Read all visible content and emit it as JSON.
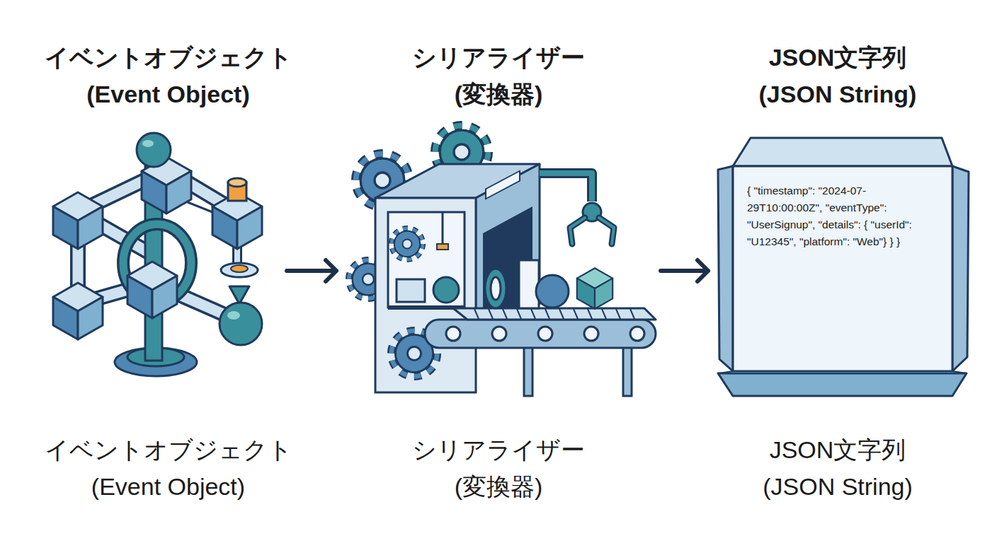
{
  "diagram": {
    "nodes": [
      {
        "text": [
          "イベントオブジェクト (Event Object)",
          "イベントオブジェクト (Event Object)"
        ]
      },
      {
        "text": [
          "シリアライザー (変換器)",
          "シリアライザー (変換器)"
        ]
      },
      {
        "text": [
          "JSON文字列 (JSON String)",
          "{ \"timestamp\": \"2024-07-29T10:00:00Z\", \"eventType\": \"UserSignup\", \"details\": { \"userId\": \"U12345\", \"platform\": \"Web\"} } }",
          "JSON文字列 (JSON String)"
        ]
      }
    ],
    "edges": [
      {
        "from": 0,
        "to": 1,
        "arrow": "to"
      },
      {
        "from": 1,
        "to": 2,
        "arrow": "to"
      }
    ]
  }
}
